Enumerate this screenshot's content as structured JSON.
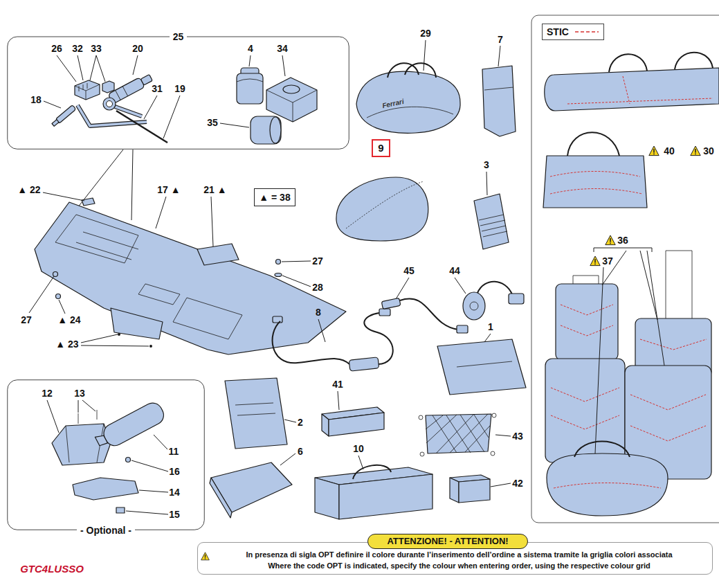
{
  "diagram": {
    "nodes": [
      {
        "text": [
          "25"
        ]
      },
      {
        "text": [
          "- Optional -"
        ]
      },
      {
        "text": [
          "▲ = 38"
        ]
      },
      {
        "text": [
          "9"
        ]
      },
      {
        "text": [
          "In presenza di sigla OPT definire il colore durante l’inserimento dell’ordine a sistema tramite la griglia colori associata",
          "Where the code OPT is indicated, specify the colour when entering order, using the respective colour grid"
        ]
      },
      {
        "text": [
          "ATTENZIONE! - ATTENTION!"
        ],
        "in": 4
      }
    ],
    "labels": [
      "26",
      "32",
      "33",
      "20",
      "4",
      "34",
      "18",
      "31",
      "19",
      "35",
      "29",
      "7",
      "Ferrari",
      "3",
      "▲ 22",
      "17 ▲",
      "21 ▲",
      "27",
      "28",
      "27",
      "▲ 24",
      "▲ 23",
      "45",
      "44",
      "8",
      "1",
      "41",
      "2",
      "43",
      "6",
      "10",
      "42",
      "12",
      "13",
      "11",
      "16",
      "14",
      "15",
      "40",
      "30",
      "36",
      "37",
      "GTC4LUSSO"
    ],
    "legend": [
      {
        "text": "STIC"
      }
    ]
  }
}
